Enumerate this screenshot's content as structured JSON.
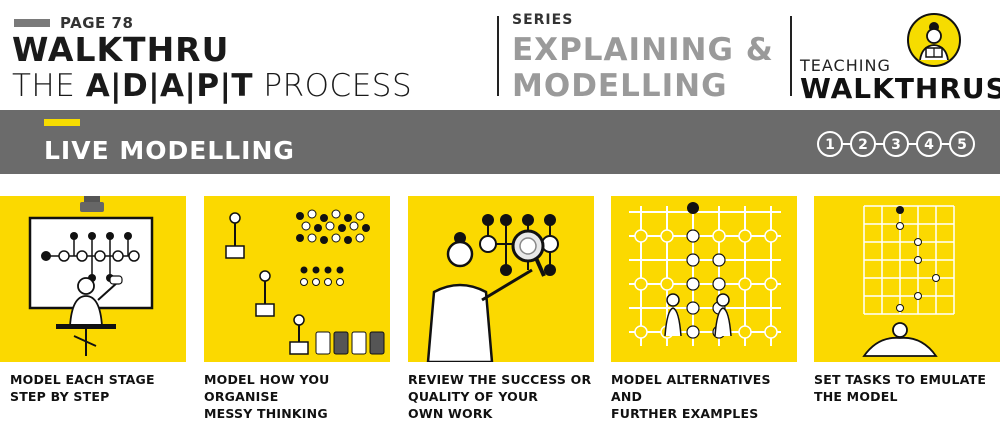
{
  "header": {
    "page": "PAGE 78",
    "title_line1": "WALKTHRU",
    "title_line2_prefix": "THE ",
    "title_line2_adapt": "A|D|A|P|T",
    "title_line2_suffix": " PROCESS",
    "series_label": "SERIES",
    "series_line1": "EXPLAINING &",
    "series_line2": "MODELLING",
    "brand_line1": "TEACHING",
    "brand_line2": "WALKTHRUS",
    "logo_icon": "teacher-reading-icon"
  },
  "band": {
    "title": "LIVE MODELLING",
    "steps": [
      "1",
      "2",
      "3",
      "4",
      "5"
    ]
  },
  "panels": [
    {
      "icon": "presenter-with-flowchart-icon",
      "caption_lines": [
        "MODEL EACH STAGE",
        "STEP BY STEP"
      ]
    },
    {
      "icon": "sorting-messy-dots-icon",
      "caption_lines": [
        "MODEL HOW YOU ORGANISE",
        "MESSY THINKING"
      ]
    },
    {
      "icon": "magnifying-glass-review-icon",
      "caption_lines": [
        "REVIEW THE SUCCESS OR",
        "QUALITY OF YOUR",
        "OWN WORK"
      ]
    },
    {
      "icon": "alternative-paths-grid-icon",
      "caption_lines": [
        "MODEL ALTERNATIVES AND",
        "FURTHER EXAMPLES"
      ]
    },
    {
      "icon": "student-emulating-path-icon",
      "caption_lines": [
        "SET TASKS TO EMULATE",
        "THE MODEL"
      ]
    }
  ],
  "colors": {
    "accent": "#fbd900",
    "band": "#6b6b6b",
    "series": "#9a9a9a",
    "ink": "#1a1a1a"
  }
}
